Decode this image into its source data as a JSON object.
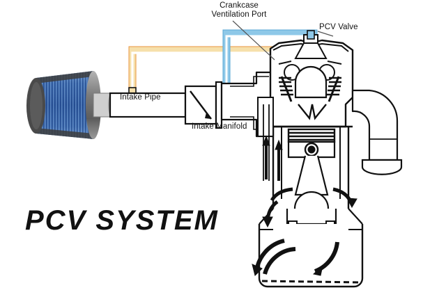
{
  "diagram": {
    "title": "PCV SYSTEM",
    "labels": {
      "crankcase_ventilation_port": "Crankcase\nVentilation Port",
      "pcv_valve": "PCV Valve",
      "intake_pipe": "Intake Pipe",
      "intake_manifold": "Intake Manifold"
    },
    "colors": {
      "background": "#ffffff",
      "line": "#111111",
      "crankcase_hose_fill": "#f6e0ab",
      "crankcase_hose_stroke": "#e8953f",
      "pcv_hose_fill": "#8ec8e8",
      "pcv_hose_stroke": "#5ba8d6",
      "hose_inner": "#ffffff",
      "filter_pleat": "#2f5fa8",
      "filter_pleat_light": "#6e9ad4",
      "filter_cap": "#4a4a4a",
      "title_color": "#111111"
    },
    "components": [
      "air-filter",
      "intake-pipe",
      "throttle-body",
      "intake-manifold",
      "engine-cross-section",
      "pcv-valve",
      "crankcase-ventilation-hose",
      "pcv-hose",
      "exhaust-manifold",
      "piston",
      "crankshaft",
      "oil-pan",
      "flow-arrows"
    ]
  }
}
